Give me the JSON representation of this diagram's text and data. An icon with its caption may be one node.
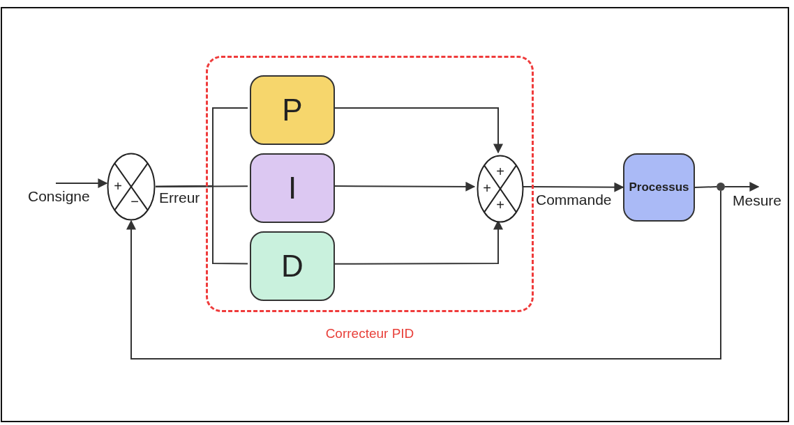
{
  "diagram": {
    "nodes": [
      {
        "text": [
          "Correcteur PID"
        ]
      },
      {
        "text": [
          "+",
          "−"
        ]
      },
      {
        "text": [
          "P"
        ],
        "in": 0
      },
      {
        "text": [
          "I"
        ],
        "in": 0
      },
      {
        "text": [
          "D"
        ],
        "in": 0
      },
      {
        "text": [
          "+",
          "+",
          "+"
        ],
        "in": 0
      },
      {
        "text": [
          "Processus"
        ]
      },
      {
        "text": [],
        "shape": "circle"
      }
    ],
    "edges": [
      {
        "from": null,
        "to": 1,
        "arrow": "to",
        "label": "Consigne"
      },
      {
        "from": 1,
        "to": 2,
        "arrow": "none"
      },
      {
        "from": 1,
        "to": 3,
        "arrow": "none",
        "label": "Erreur"
      },
      {
        "from": 1,
        "to": 4,
        "arrow": "none"
      },
      {
        "from": 2,
        "to": 5,
        "arrow": "to"
      },
      {
        "from": 3,
        "to": 5,
        "arrow": "to"
      },
      {
        "from": 4,
        "to": 5,
        "arrow": "to"
      },
      {
        "from": 5,
        "to": 6,
        "arrow": "to",
        "label": "Commande"
      },
      {
        "from": 6,
        "to": 7,
        "arrow": "none"
      },
      {
        "from": 7,
        "to": null,
        "arrow": "to",
        "label": "Mesure"
      },
      {
        "from": 7,
        "to": 1,
        "arrow": "to"
      }
    ]
  }
}
